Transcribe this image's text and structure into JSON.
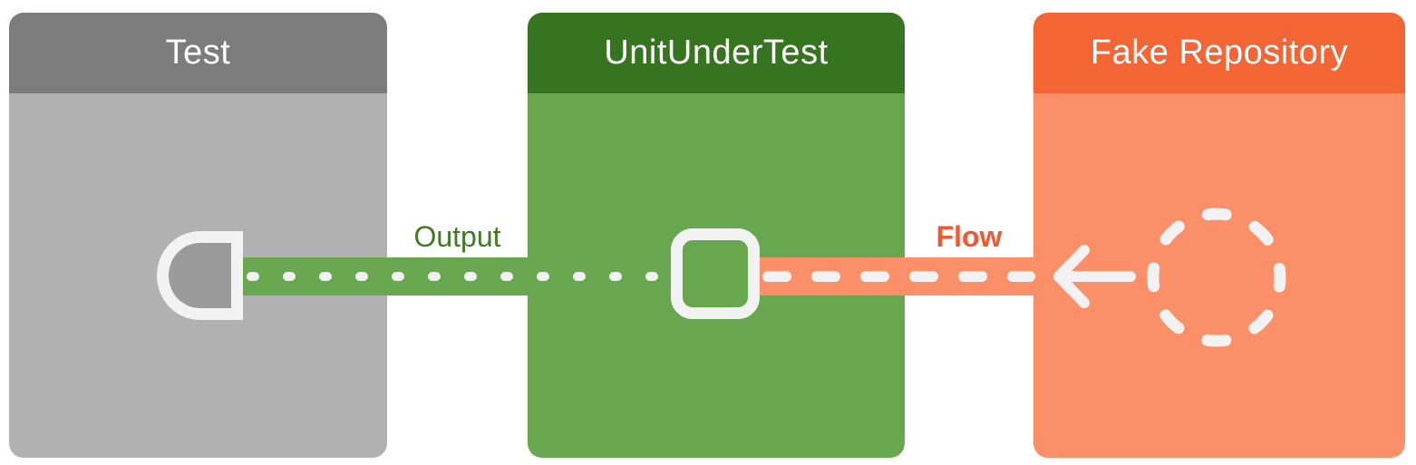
{
  "boxes": [
    {
      "id": "test",
      "title": "Test"
    },
    {
      "id": "unit-under-test",
      "title": "UnitUnderTest"
    },
    {
      "id": "fake-repository",
      "title": "Fake Repository"
    }
  ],
  "connections": [
    {
      "label": "Output",
      "style": "dotted",
      "from": "UnitUnderTest",
      "to": "Test"
    },
    {
      "label": "Flow",
      "style": "dashed-arrow",
      "from": "Fake Repository",
      "to": "UnitUnderTest"
    }
  ],
  "icons": [
    "output-port-icon",
    "unit-socket-icon",
    "flow-arrow-icon",
    "fake-data-circle-icon"
  ],
  "colors": {
    "test_header": "#7c7c7c",
    "test_body": "#b1b1b1",
    "unit_header": "#377420",
    "unit_body": "#68a74f",
    "repo_header": "#f36534",
    "repo_body": "#fa8f68",
    "output_line": "#68a74f",
    "flow_line": "#fa8f68",
    "output_label": "#3f7b22",
    "flow_label": "#f4572f",
    "icon_white": "#f2f2f2",
    "title_text": "#ffffff",
    "port_fill": "#9a9a9a",
    "canvas_bg": "#ffffff"
  }
}
